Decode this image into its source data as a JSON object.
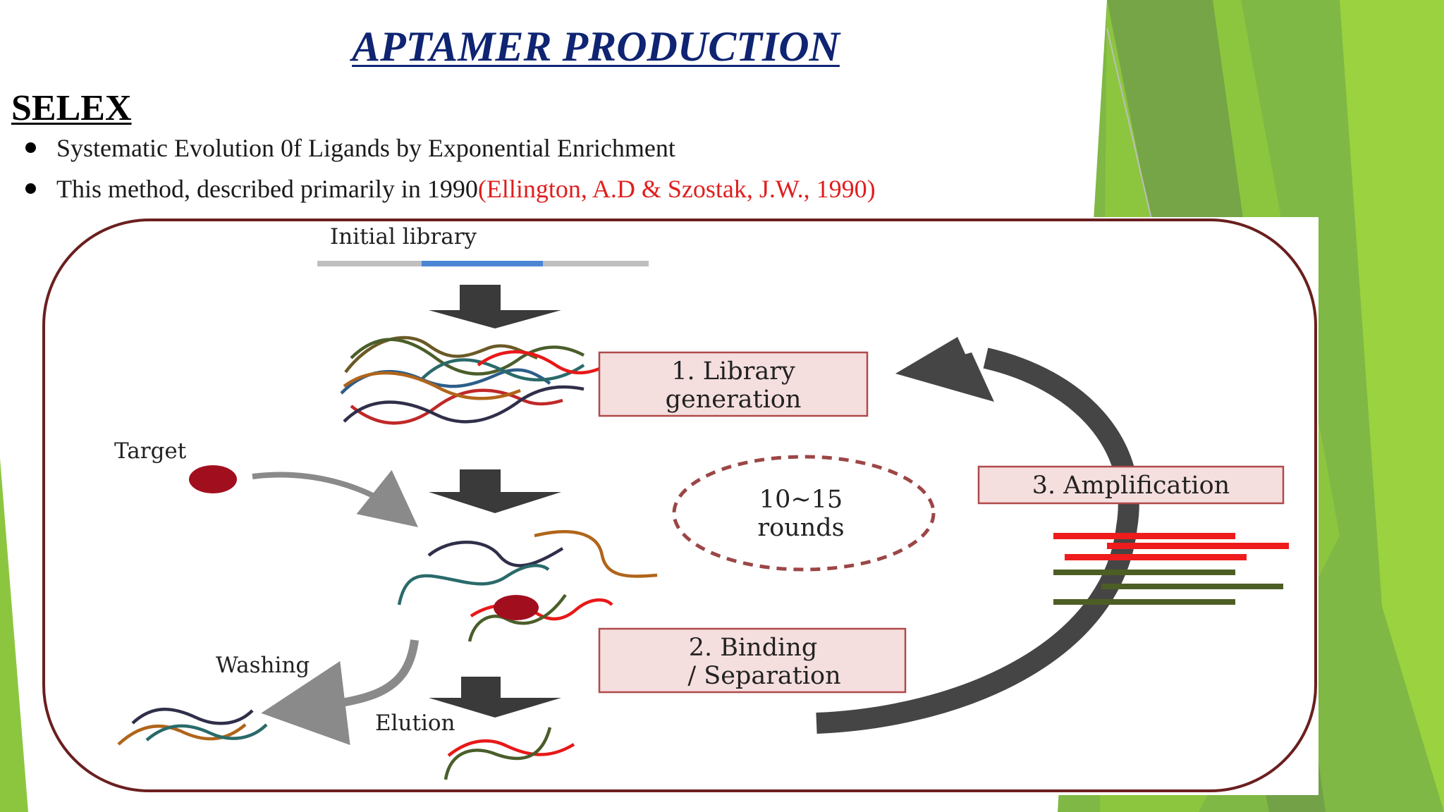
{
  "slide": {
    "title": "APTAMER PRODUCTION",
    "section_heading": "SELEX",
    "bullets": [
      {
        "text": "Systematic Evolution 0f Ligands by Exponential Enrichment",
        "citation": ""
      },
      {
        "text": "This method, described primarily in 1990",
        "citation": "(Ellington, A.D & Szostak, J.W., 1990)"
      }
    ]
  },
  "diagram": {
    "initial_library_label": "Initial library",
    "step1": {
      "line1": "1. Library",
      "line2": "generation"
    },
    "target_label": "Target",
    "rounds": {
      "line1": "10~15",
      "line2": "rounds"
    },
    "step3_label": "3. Amplification",
    "step2": {
      "line1": "2. Binding",
      "line2": "/ Separation"
    },
    "washing_label": "Washing",
    "elution_label": "Elution"
  },
  "colors": {
    "title": "#0f2472",
    "citation": "#e01e1e",
    "step_box_fill": "#f5dede",
    "step_box_border": "#b04a4a",
    "frame_border": "#6b1f1f",
    "target": "#a10f1f",
    "arrow_dark": "#3a3a3a",
    "green_theme": "#8cc63f"
  },
  "icons": [
    "down-arrow-icon",
    "cycle-arrow-icon",
    "curved-arrow-icon",
    "bullet-icon"
  ]
}
